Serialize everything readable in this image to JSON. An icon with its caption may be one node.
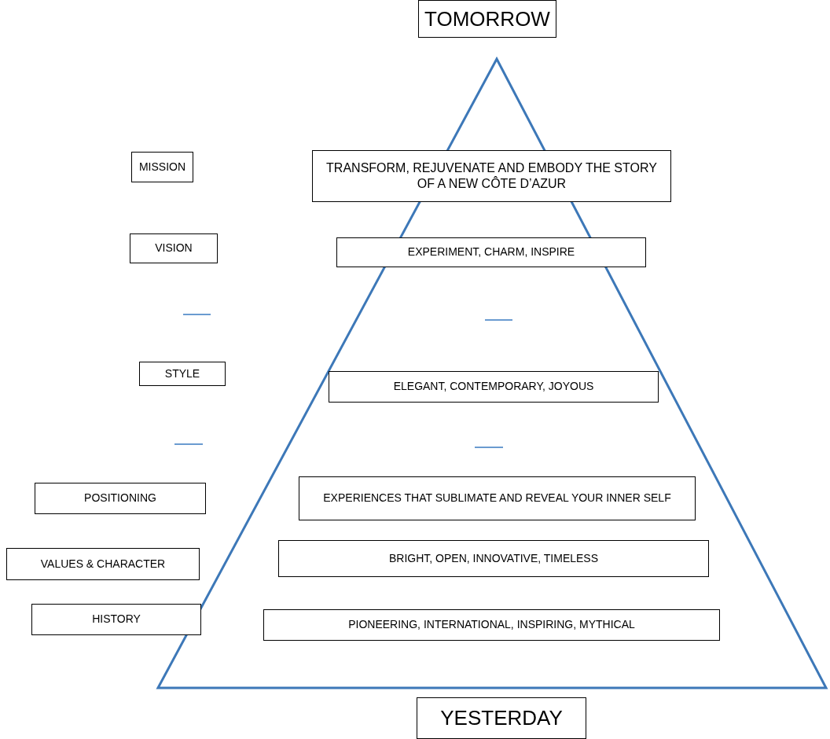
{
  "diagram": {
    "nodes": [
      {
        "text": [
          "TOMORROW"
        ]
      },
      {
        "text": [
          "MISSION"
        ]
      },
      {
        "text": [
          "TRANSFORM, REJUVENATE AND EMBODY THE STORY OF A NEW CÔTE D’AZUR"
        ]
      },
      {
        "text": [
          "VISION"
        ]
      },
      {
        "text": [
          "EXPERIMENT, CHARM, INSPIRE"
        ]
      },
      {
        "text": [
          "STYLE"
        ]
      },
      {
        "text": [
          "ELEGANT, CONTEMPORARY, JOYOUS"
        ]
      },
      {
        "text": [
          "POSITIONING"
        ]
      },
      {
        "text": [
          "EXPERIENCES THAT SUBLIMATE AND REVEAL YOUR INNER SELF"
        ]
      },
      {
        "text": [
          "VALUES & CHARACTER"
        ]
      },
      {
        "text": [
          "BRIGHT, OPEN, INNOVATIVE, TIMELESS"
        ]
      },
      {
        "text": [
          "HISTORY"
        ]
      },
      {
        "text": [
          "PIONEERING, INTERNATIONAL, INSPIRING, MYTHICAL"
        ]
      },
      {
        "text": [
          "YESTERDAY"
        ]
      }
    ]
  }
}
